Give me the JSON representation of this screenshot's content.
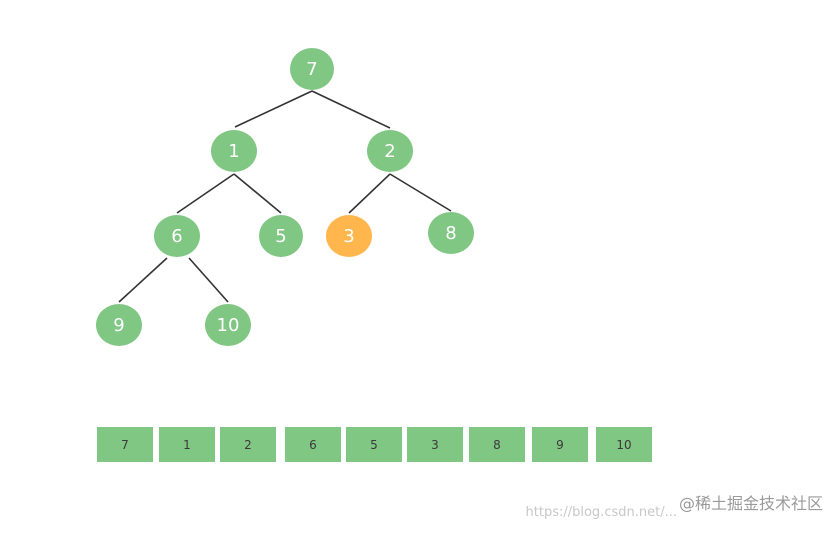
{
  "colors": {
    "node": "#81c784",
    "highlight": "#ffb74d",
    "edge": "#333333",
    "cell": "#81c784"
  },
  "tree": {
    "nodes": [
      {
        "id": "n7",
        "label": "7",
        "highlight": false
      },
      {
        "id": "n1",
        "label": "1",
        "highlight": false
      },
      {
        "id": "n2",
        "label": "2",
        "highlight": false
      },
      {
        "id": "n6",
        "label": "6",
        "highlight": false
      },
      {
        "id": "n5",
        "label": "5",
        "highlight": false
      },
      {
        "id": "n3",
        "label": "3",
        "highlight": true
      },
      {
        "id": "n8",
        "label": "8",
        "highlight": false
      },
      {
        "id": "n9",
        "label": "9",
        "highlight": false
      },
      {
        "id": "n10",
        "label": "10",
        "highlight": false
      }
    ],
    "edges": [
      [
        "n7",
        "n1"
      ],
      [
        "n7",
        "n2"
      ],
      [
        "n1",
        "n6"
      ],
      [
        "n1",
        "n5"
      ],
      [
        "n2",
        "n3"
      ],
      [
        "n2",
        "n8"
      ],
      [
        "n6",
        "n9"
      ],
      [
        "n6",
        "n10"
      ]
    ]
  },
  "array": [
    "7",
    "1",
    "2",
    "6",
    "5",
    "3",
    "8",
    "9",
    "10"
  ],
  "watermark": {
    "url": "https://blog.csdn.net/...",
    "brand": "@稀土掘金技术社区"
  }
}
